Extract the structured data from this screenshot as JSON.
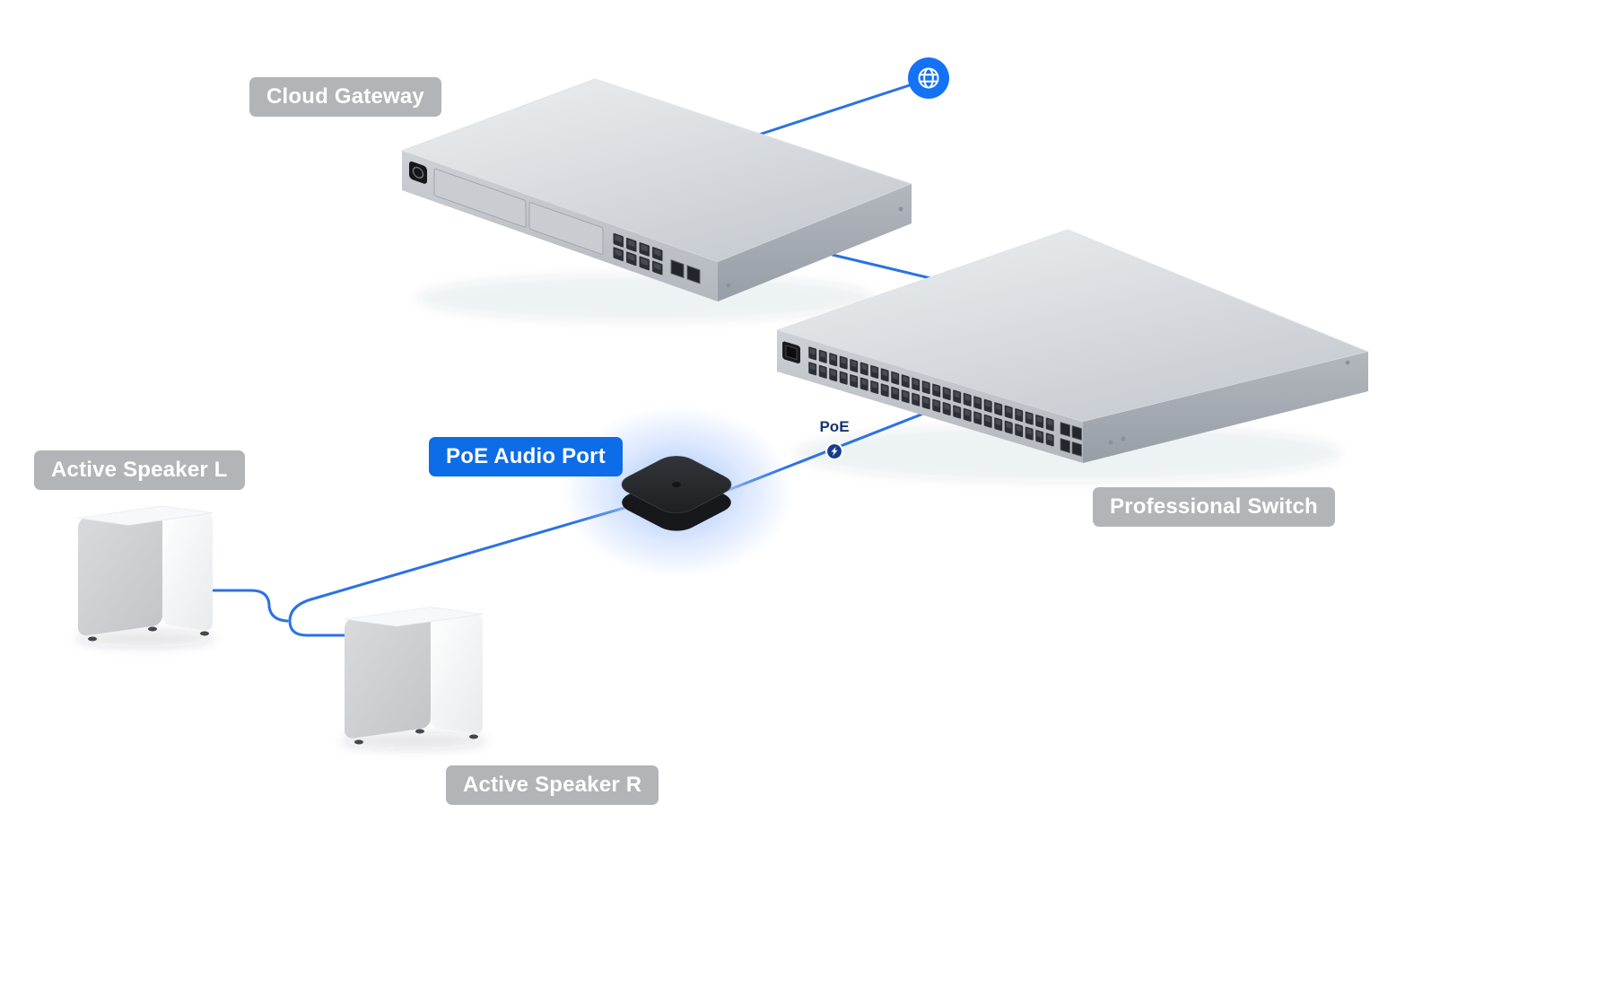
{
  "diagram": {
    "labels": {
      "cloud_gateway": "Cloud Gateway",
      "professional_switch": "Professional Switch",
      "poe_audio_port": "PoE Audio Port",
      "active_speaker_l": "Active Speaker L",
      "active_speaker_r": "Active Speaker R",
      "poe": "PoE"
    },
    "colors": {
      "accent_blue": "#1472f5",
      "link_line": "#2b72e4",
      "gray_label_bg": "rgba(171,174,178,0.92)",
      "blue_label_bg": "#0d6ce8",
      "label_text": "#ffffff",
      "poe_text": "#16356e"
    },
    "icons": {
      "internet": "globe-icon",
      "poe_power": "poe-bolt-icon"
    },
    "connections": [
      {
        "from": "internet",
        "to": "cloud-gateway"
      },
      {
        "from": "cloud-gateway",
        "to": "professional-switch"
      },
      {
        "from": "professional-switch",
        "to": "poe-audio-port",
        "label": "PoE"
      },
      {
        "from": "poe-audio-port",
        "to": "active-speaker-r"
      },
      {
        "from": "active-speaker-l",
        "to": "active-speaker-r"
      }
    ]
  }
}
